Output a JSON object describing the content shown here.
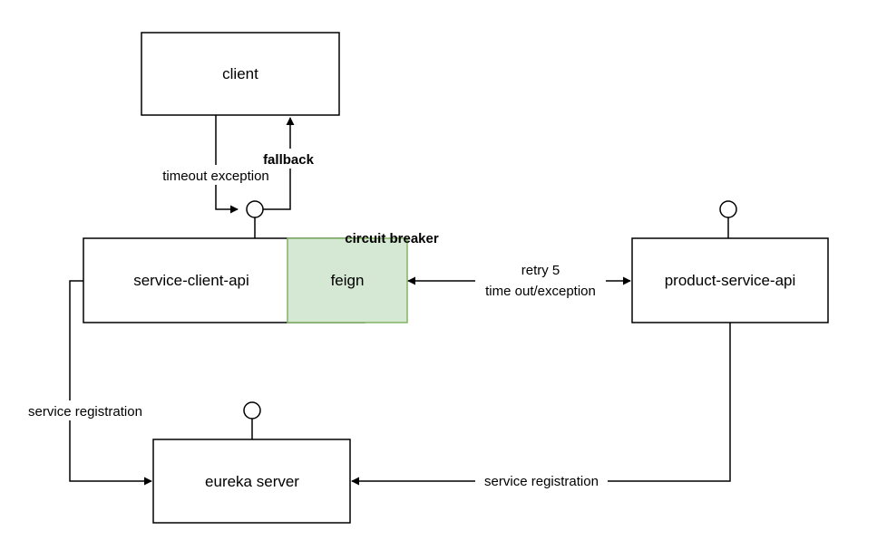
{
  "nodes": {
    "client": "client",
    "service_client_api": "service-client-api",
    "feign": "feign",
    "product_service_api": "product-service-api",
    "eureka_server": "eureka server"
  },
  "edges": {
    "timeout_exception": "timeout exception",
    "fallback": "fallback",
    "circuit_breaker": "circuit breaker",
    "retry_line1": "retry 5",
    "retry_line2": "time out/exception",
    "service_registration_left": "service registration",
    "service_registration_bottom": "service registration"
  },
  "colors": {
    "feign_fill": "#d5e8d4",
    "feign_stroke": "#82b366"
  }
}
